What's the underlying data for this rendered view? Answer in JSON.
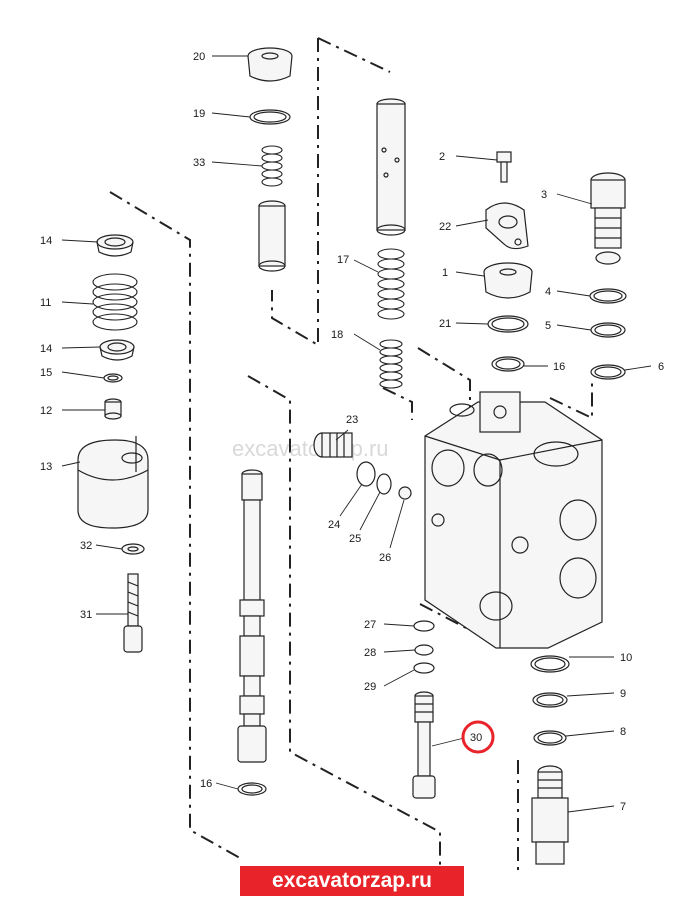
{
  "watermark": "excavatorzap.ru",
  "banner": "excavatorzap.ru",
  "highlight_color": "#e8232a",
  "callouts": {
    "c1": "1",
    "c2": "2",
    "c3": "3",
    "c4": "4",
    "c5": "5",
    "c6": "6",
    "c7": "7",
    "c8": "8",
    "c9": "9",
    "c10": "10",
    "c11": "11",
    "c12": "12",
    "c13": "13",
    "c14a": "14",
    "c14b": "14",
    "c15": "15",
    "c16a": "16",
    "c16b": "16",
    "c17": "17",
    "c18": "18",
    "c19": "19",
    "c20": "20",
    "c21": "21",
    "c22": "22",
    "c23": "23",
    "c24": "24",
    "c25": "25",
    "c26": "26",
    "c27": "27",
    "c28": "28",
    "c29": "29",
    "c30": "30",
    "c31": "31",
    "c32": "32",
    "c33": "33"
  }
}
